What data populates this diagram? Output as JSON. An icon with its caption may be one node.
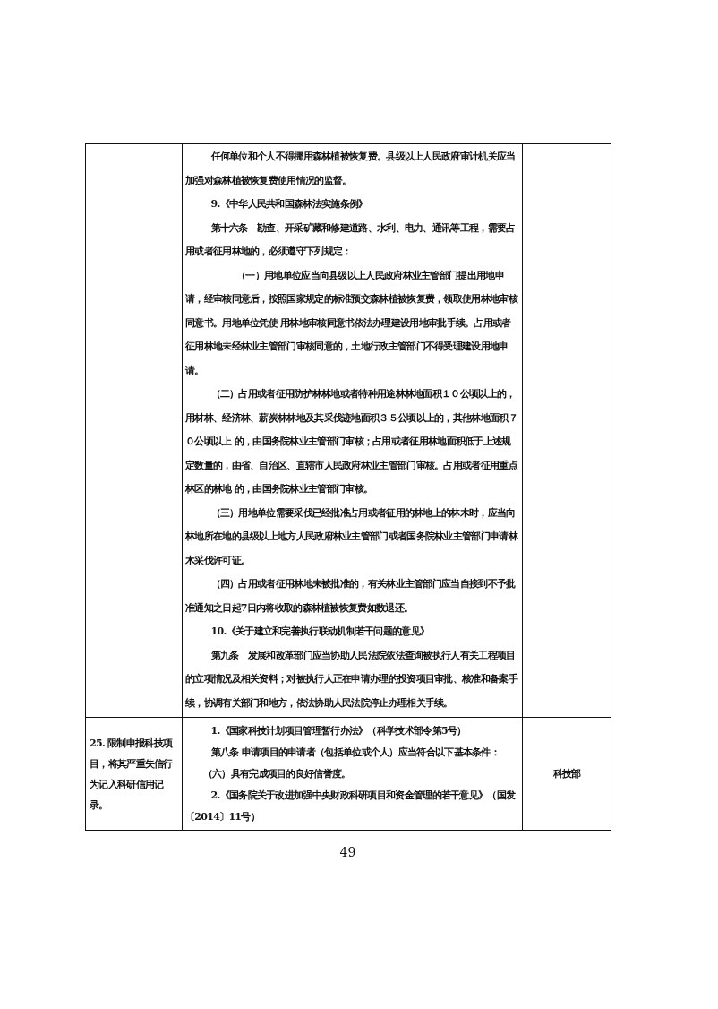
{
  "diagram": {
    "labels": [
      "任何单位和个人不得挪用森林植被恢复费。县级以上人民政府审计机关应当加强对森林植被恢复费使用情况的监督。",
      "9.《中华人民共和国森林法实施条例》",
      "第十六条　勘查、开采矿藏和修建道路、水利、电力、通讯等工程，需要占用或者征用林地的，必须遵守下列规定：",
      "（一）用地单位应当向县级以上人民政府林业主管部门提出用地申请，经审核同意后，按照国家规定的标准预交森林植被恢复费，领取使用林地审核同意书。用地单位凭使 用林地审核同意书依法办理建设用地审批手续。占用或者征用林地未经林业主管部门审核同意的，土地行政主管部门不得受理建设用地申请。",
      "（二）占用或者征用防护林林地或者特种用途林林地面积１０公顷以上的，用材林、经济林、薪炭林林地及其采伐迹地面积３５公顷以上的，其他林地面积７０公顷以上 的，由国务院林业主管部门审核；占用或者征用林地面积低于上述规定数量的，由省、自治区、直辖市人民政府林业主管部门审核。占用或者征用重点林区的林地 的，由国务院林业主管部门审核。",
      "（三）用地单位需要采伐已经批准占用或者征用的林地上的林木时，应当向林地所在地的县级以上地方人民政府林业主管部门或者国务院林业主管部门申请林木采伐许可证。",
      "（四）占用或者征用林地未被批准的，有关林业主管部门应当自接到不予批准通知之日起7日内将收取的森林植被恢复费如数退还。",
      "10.《关于建立和完善执行联动机制若干问题的意见》",
      "第九条　发展和改革部门应当协助人民法院依法查询被执行人有关工程项目的立项情况及相关资料；对被执行人正在申请办理的投资项目审批、核准和备案手续，协调有关部门和地方，依法协助人民法院停止办理相关手续。",
      "25. 限制申报科技项目，将其严重失信行为记入科研信用记录。",
      "1.《国家科技计划项目管理暂行办法》（科学技术部令第5号）",
      "第八条 申请项目的申请者（包括单位或个人）应当符合以下基本条件：",
      "（六）具有完成项目的良好信誉度。",
      "2.《国务院关于改进加强中央财政科研项目和资金管理的若干意见》（国发〔2014〕11号）",
      "科技部",
      "49"
    ]
  }
}
